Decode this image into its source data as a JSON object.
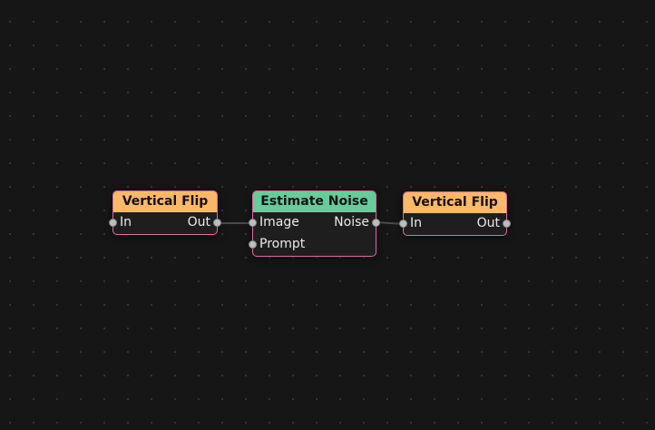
{
  "canvas": {
    "background": "#161616",
    "grid_dot_color": "#3a3a3a",
    "grid_spacing": 26
  },
  "nodes": [
    {
      "id": "vflip1",
      "title": "Vertical Flip",
      "header_color": "#ffb866",
      "inputs": [
        {
          "label": "In"
        }
      ],
      "outputs": [
        {
          "label": "Out"
        }
      ]
    },
    {
      "id": "estimate_noise",
      "title": "Estimate Noise",
      "header_color": "#66cc99",
      "inputs": [
        {
          "label": "Image"
        },
        {
          "label": "Prompt"
        }
      ],
      "outputs": [
        {
          "label": "Noise"
        }
      ]
    },
    {
      "id": "vflip2",
      "title": "Vertical Flip",
      "header_color": "#ffb866",
      "inputs": [
        {
          "label": "In"
        }
      ],
      "outputs": [
        {
          "label": "Out"
        }
      ]
    }
  ],
  "connections": [
    {
      "from": "Vertical Flip.Out",
      "to": "Estimate Noise.Image"
    },
    {
      "from": "Estimate Noise.Noise",
      "to": "Vertical Flip.In"
    }
  ],
  "colors": {
    "node_border": "#e06aa8",
    "node_body": "#1e1e1e",
    "wire": "#4a4a4a",
    "port": "#bdbdbd"
  }
}
